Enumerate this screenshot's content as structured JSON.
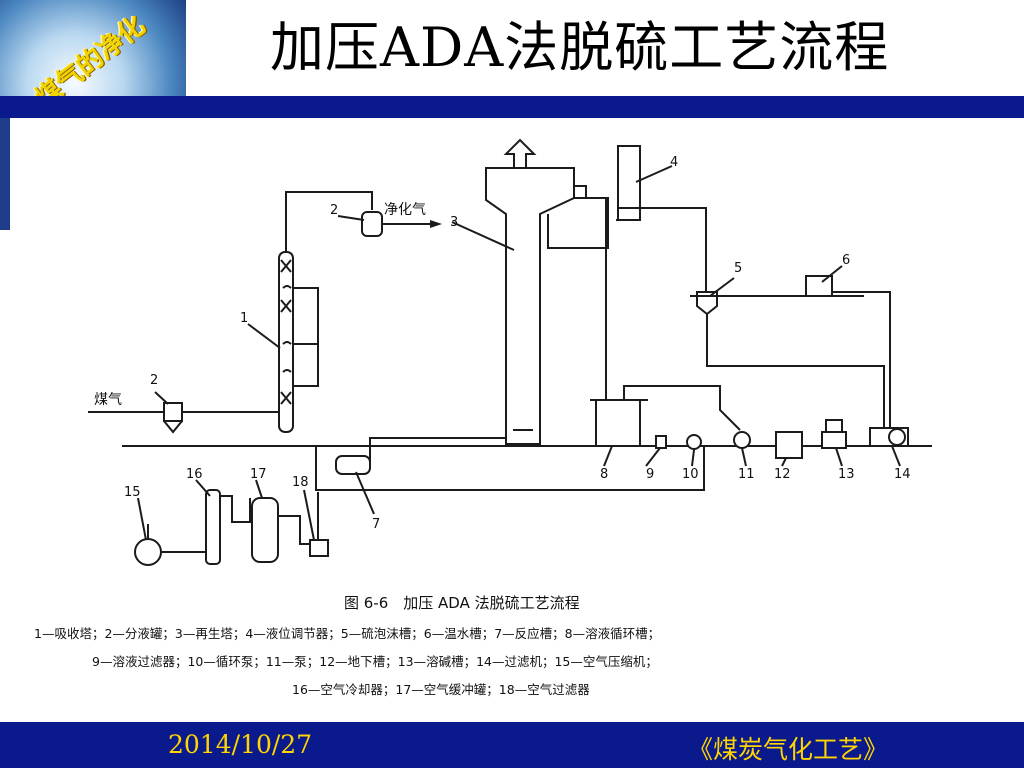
{
  "slide": {
    "title": "加压ADA法脱硫工艺流程",
    "logo_text": "煤气的净化",
    "footer_date": "2014/10/27",
    "footer_book": "《煤炭气化工艺》"
  },
  "diagram": {
    "labels": {
      "coal_gas": "煤气",
      "purified_gas": "净化气"
    },
    "numbers": [
      "1",
      "2",
      "2",
      "3",
      "4",
      "5",
      "6",
      "7",
      "8",
      "9",
      "10",
      "11",
      "12",
      "13",
      "14",
      "15",
      "16",
      "17",
      "18"
    ],
    "caption": "图 6-6　加压 ADA 法脱硫工艺流程",
    "legend_lines": [
      "1—吸收塔；2—分液罐；3—再生塔；4—液位调节器；5—硫泡沫槽；6—温水槽；7—反应槽；8—溶液循环槽；",
      "9—溶液过滤器；10—循环泵；11—泵；12—地下槽；13—溶碱槽；14—过滤机；15—空气压缩机；",
      "16—空气冷却器；17—空气缓冲罐；18—空气过滤器"
    ]
  },
  "colors": {
    "header_bar": "#0a1a8c",
    "footer_text": "#ffd400",
    "logo_text": "#f0d400"
  }
}
